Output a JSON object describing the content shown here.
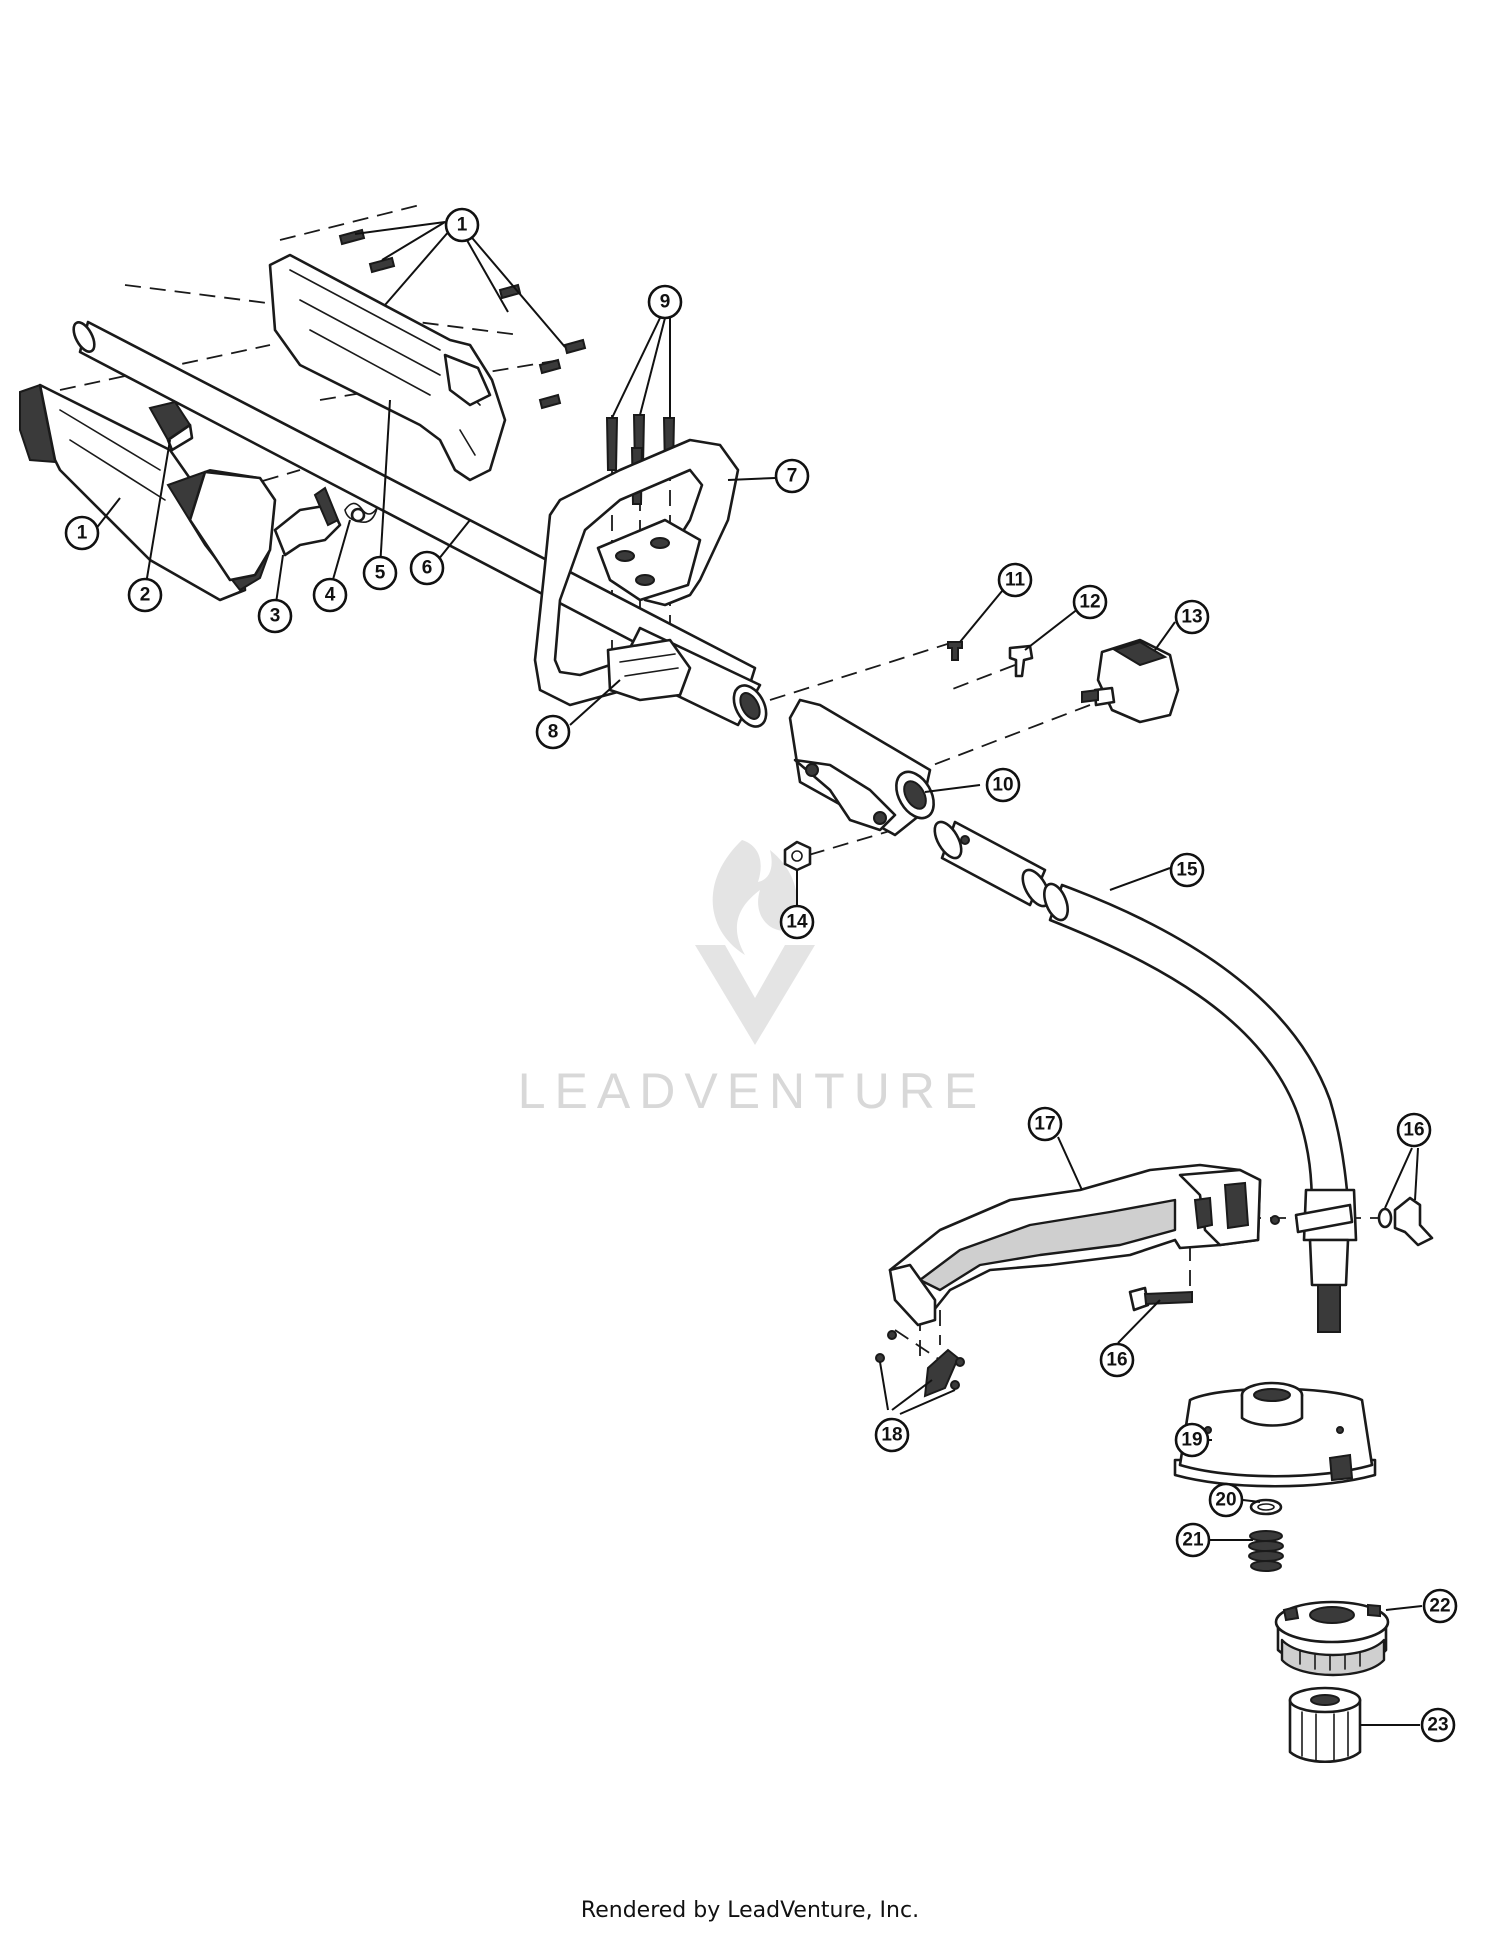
{
  "watermark": {
    "text": "LEADVENTURE",
    "logo": "leadventure-flame-logo"
  },
  "footer": "Rendered by LeadVenture, Inc.",
  "callouts": [
    "1",
    "2",
    "3",
    "4",
    "5",
    "6",
    "7",
    "8",
    "9",
    "10",
    "11",
    "12",
    "13",
    "14",
    "15",
    "16",
    "17",
    "18",
    "19",
    "20",
    "21",
    "22",
    "23"
  ],
  "colors": {
    "line": "#1a1a1a",
    "watermark": "#d8d8d8"
  }
}
